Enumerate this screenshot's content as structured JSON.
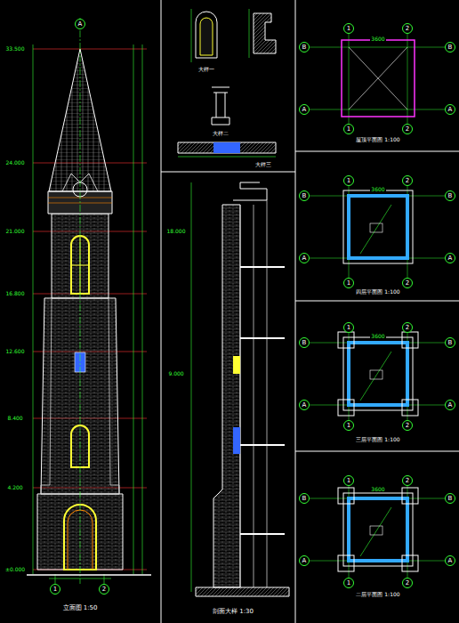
{
  "diagram": {
    "nodes": [
      {
        "text": [
          "A"
        ]
      },
      {
        "text": [
          "1"
        ]
      },
      {
        "text": [
          "2"
        ]
      },
      {
        "text": [
          "1"
        ]
      },
      {
        "text": [
          "2"
        ]
      },
      {
        "text": [
          "1"
        ]
      },
      {
        "text": [
          "2"
        ]
      },
      {
        "text": [
          "B"
        ]
      },
      {
        "text": [
          "A"
        ]
      },
      {
        "text": [
          "B"
        ]
      },
      {
        "text": [
          "A"
        ]
      },
      {
        "text": [
          "1"
        ]
      },
      {
        "text": [
          "2"
        ]
      },
      {
        "text": [
          "1"
        ]
      },
      {
        "text": [
          "2"
        ]
      },
      {
        "text": [
          "B"
        ]
      },
      {
        "text": [
          "A"
        ]
      },
      {
        "text": [
          "B"
        ]
      },
      {
        "text": [
          "A"
        ]
      },
      {
        "text": [
          "1"
        ]
      },
      {
        "text": [
          "2"
        ]
      },
      {
        "text": [
          "1"
        ]
      },
      {
        "text": [
          "2"
        ]
      },
      {
        "text": [
          "B"
        ]
      },
      {
        "text": [
          "A"
        ]
      },
      {
        "text": [
          "B"
        ]
      },
      {
        "text": [
          "A"
        ]
      },
      {
        "text": [
          "1"
        ]
      },
      {
        "text": [
          "2"
        ]
      },
      {
        "text": [
          "1"
        ]
      },
      {
        "text": [
          "2"
        ]
      },
      {
        "text": [
          "B"
        ]
      },
      {
        "text": [
          "A"
        ]
      },
      {
        "text": [
          "B"
        ]
      },
      {
        "text": [
          "A"
        ]
      }
    ],
    "labels": [
      "立面图 1:50",
      "±0.000",
      "4.200",
      "8.400",
      "12.600",
      "16.800",
      "21.000",
      "24.000",
      "33.500",
      "剖面大样 1:30",
      "18.000",
      "9.000",
      "屋顶平面图 1:100",
      "四层平面图 1:100",
      "三层平面图 1:100",
      "二层平面图 1:100",
      "3600",
      "3600",
      "3600",
      "3600",
      "大样一",
      "大样二",
      "大样三"
    ]
  }
}
